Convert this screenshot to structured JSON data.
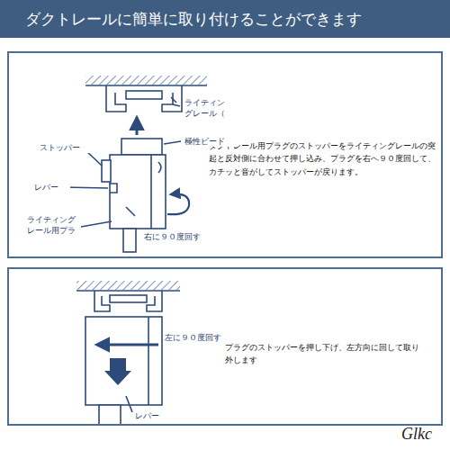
{
  "diagram": {
    "title": "ダクトレールに簡単に取り付けることができます",
    "nodes": [
      {
        "text": [
          "ダクトレール用プラグのストッパーをライティングレールの突起と反対側に合わせて押し込み、プラグを右へ９０度回して、カチッと音がしてストッパーが戻ります。"
        ]
      },
      {
        "text": [
          "プラグのストッパーを押し下げ、左方向に回して取り外します"
        ]
      }
    ],
    "labels": [
      "ライティン グレール（",
      "極性ビード",
      "ストッパー",
      "レバー",
      "ライティング レール用プラ",
      "右に９０度回す",
      "左に９０度回す",
      "レバー",
      "Glkc"
    ]
  }
}
